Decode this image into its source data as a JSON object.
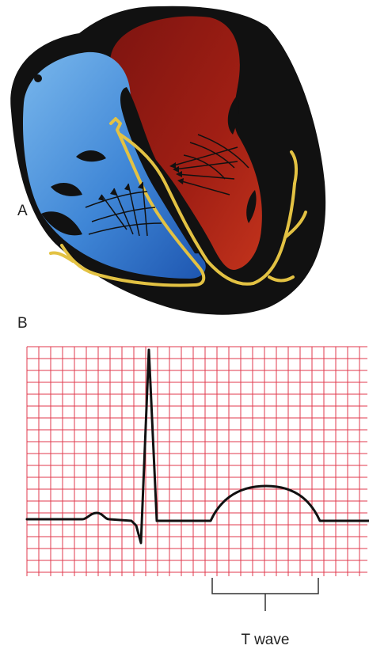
{
  "figure": {
    "panel_a_label": "A",
    "panel_b_label": "B",
    "t_wave_label": "T wave"
  },
  "colors": {
    "right_ventricle": "#3f86d6",
    "left_ventricle": "#8e1a12",
    "conduction_system": "#e3c243",
    "heart_outline": "#111111",
    "ecg_grid": "#e03a4c",
    "ecg_trace": "#111111"
  }
}
